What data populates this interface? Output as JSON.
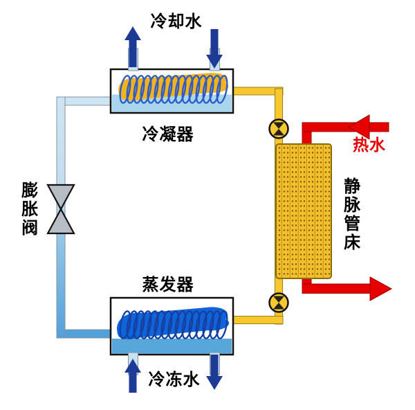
{
  "labels": {
    "cooling_water": "冷却水",
    "condenser": "冷凝器",
    "expansion_valve": "膨胀阀",
    "evaporator": "蒸发器",
    "chilled_water": "冷冻水",
    "hot_water": "热水",
    "vein_tube_bed": "静脉管床"
  },
  "colors": {
    "water_arrow_blue": "#1d3a94",
    "hot_water_red": "#e60000",
    "refrigerant_yellow": "#f7c72e",
    "bed_border_yellow": "#8a6d0a",
    "pipe_pale_blue": "#cfe4f2",
    "pipe_chilled_blue": "#53a1d9",
    "condenser_liquid_yellow": "#f4b31c",
    "condenser_water_blue": "#a9d5ed",
    "evaporator_liquid_blue": "#0f64dc",
    "evaporator_water_blue": "#57a7db",
    "coil_blue": "#2b5cc8",
    "valve_gray": "#b6bdc5"
  }
}
